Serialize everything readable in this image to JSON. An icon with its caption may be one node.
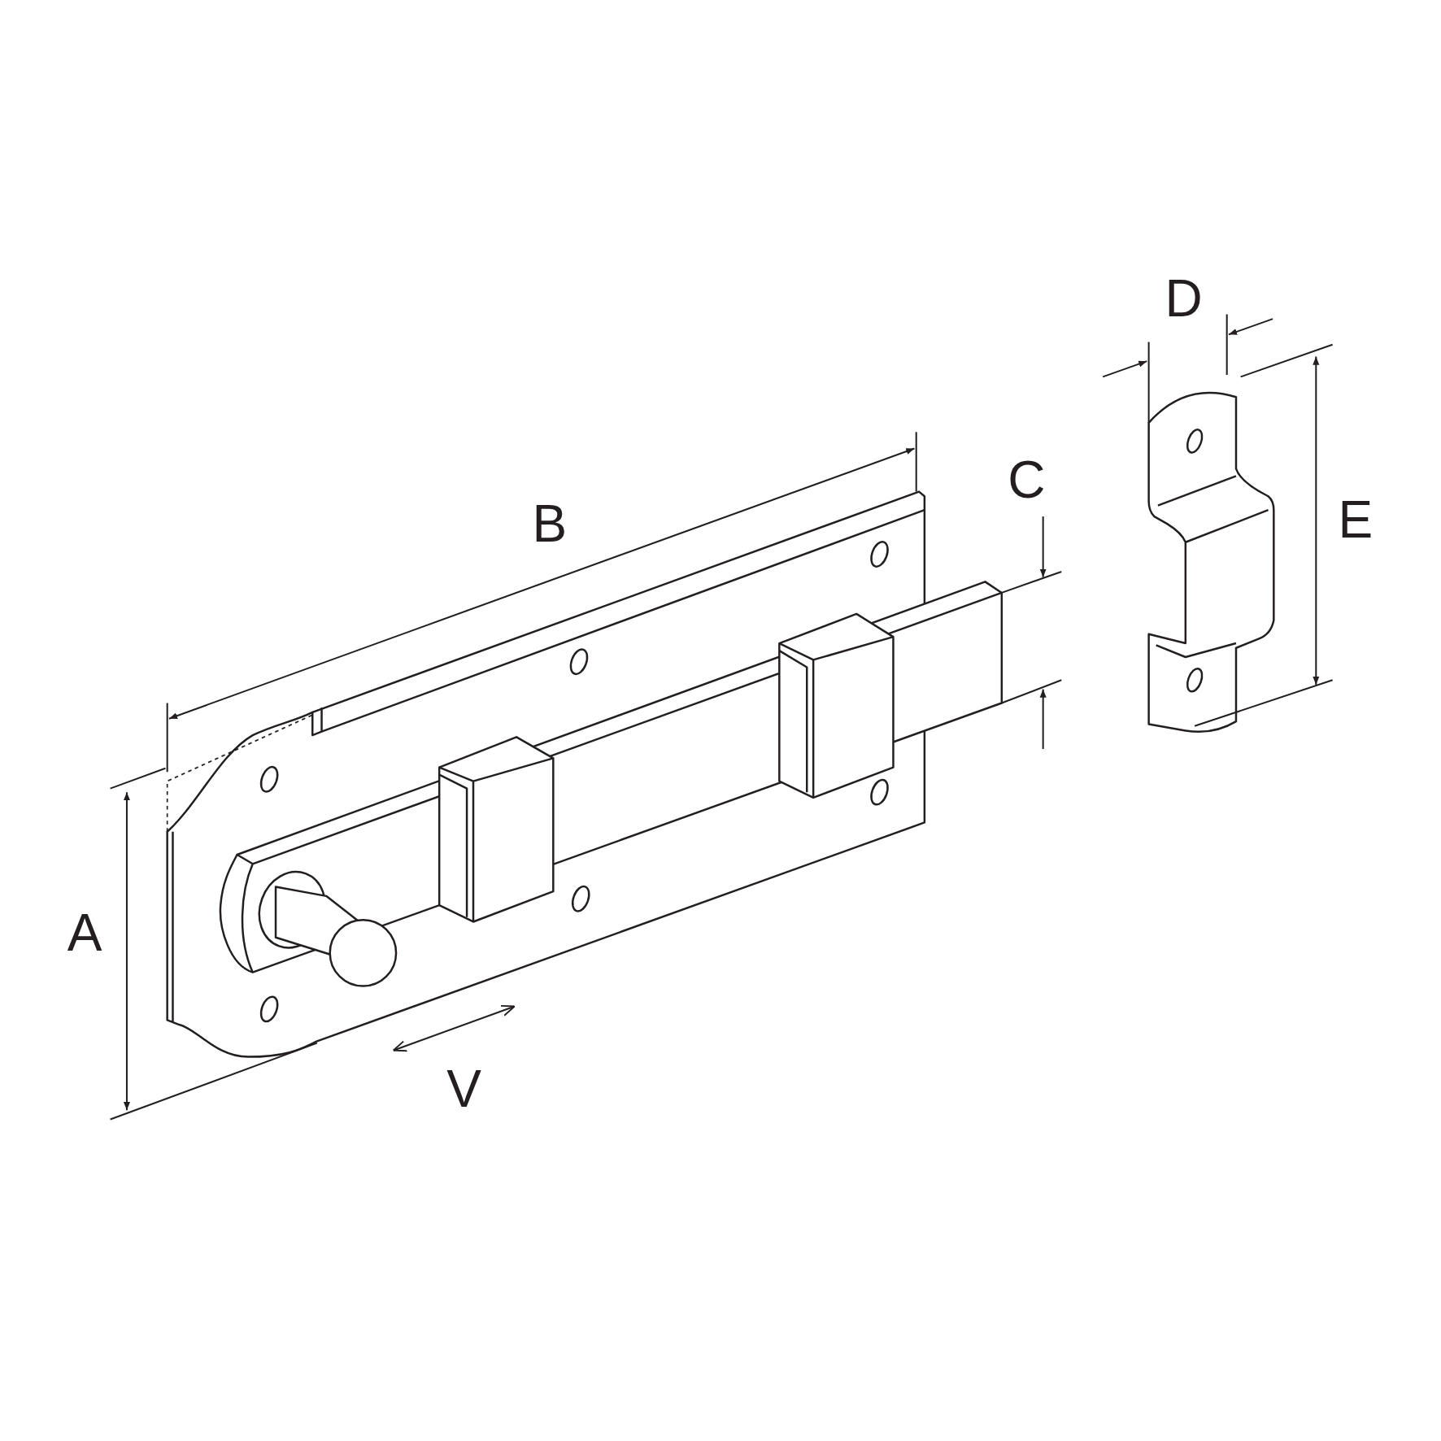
{
  "diagram": {
    "labels": [
      "D",
      "C",
      "E",
      "B",
      "A",
      "V"
    ]
  }
}
